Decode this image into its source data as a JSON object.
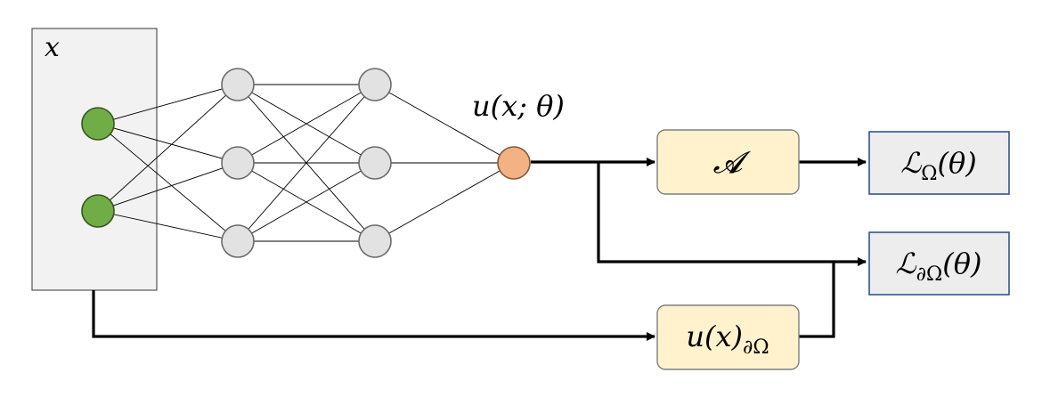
{
  "labels": {
    "input": "x",
    "output": "u(x; θ)",
    "operator": "𝓐",
    "boundary_value_base": "u(x)",
    "boundary_sub": "∂Ω",
    "loss_domain_base": "ℒ",
    "loss_domain_sub": "Ω",
    "loss_domain_arg": "(θ)",
    "loss_boundary_base": "ℒ",
    "loss_boundary_sub": "∂Ω",
    "loss_boundary_arg": "(θ)"
  },
  "colors": {
    "input_panel_fill": "#f2f2f2",
    "input_panel_stroke": "#555555",
    "input_node_fill": "#70ad47",
    "input_node_stroke": "#375623",
    "hidden_node_fill": "#e2e2e2",
    "hidden_node_stroke": "#6b6b6b",
    "output_node_fill": "#f4b183",
    "output_node_stroke": "#7f5a3a",
    "yellow_box_fill": "#fff2cc",
    "yellow_box_stroke": "#7f7f7f",
    "loss_box_fill": "#ededed",
    "loss_box_stroke": "#2f5597",
    "edge": "#000000",
    "arrow": "#000000"
  }
}
